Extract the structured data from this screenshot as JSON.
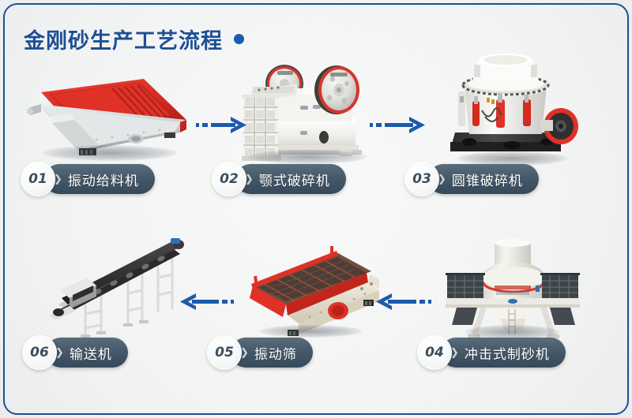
{
  "page": {
    "title": "金刚砂生产工艺流程",
    "title_dot_icon": "bullet-dot-icon",
    "frame_color": "#1c4f96",
    "accent_color": "#1c5aad",
    "label_color": "#46596a",
    "background": "#f4f5f5"
  },
  "flow": {
    "arrow_icon": "arrow-right-icon",
    "arrow_back_icon": "arrow-left-icon",
    "chevron_icon": "chevron-right-icon",
    "steps": [
      {
        "number": "01",
        "label": "振动给料机",
        "machine": "vibrating-feeder",
        "row": "top",
        "arrow_after": "right"
      },
      {
        "number": "02",
        "label": "颚式破碎机",
        "machine": "jaw-crusher",
        "row": "top",
        "arrow_after": "right"
      },
      {
        "number": "03",
        "label": "圆锥破碎机",
        "machine": "cone-crusher",
        "row": "top",
        "arrow_after": "none"
      },
      {
        "number": "04",
        "label": "冲击式制砂机",
        "machine": "vsi-sand-maker",
        "row": "bottom",
        "arrow_after": "left"
      },
      {
        "number": "05",
        "label": "振动筛",
        "machine": "vibrating-screen",
        "row": "bottom",
        "arrow_after": "left"
      },
      {
        "number": "06",
        "label": "输送机",
        "machine": "belt-conveyor",
        "row": "bottom",
        "arrow_after": "none"
      }
    ]
  }
}
